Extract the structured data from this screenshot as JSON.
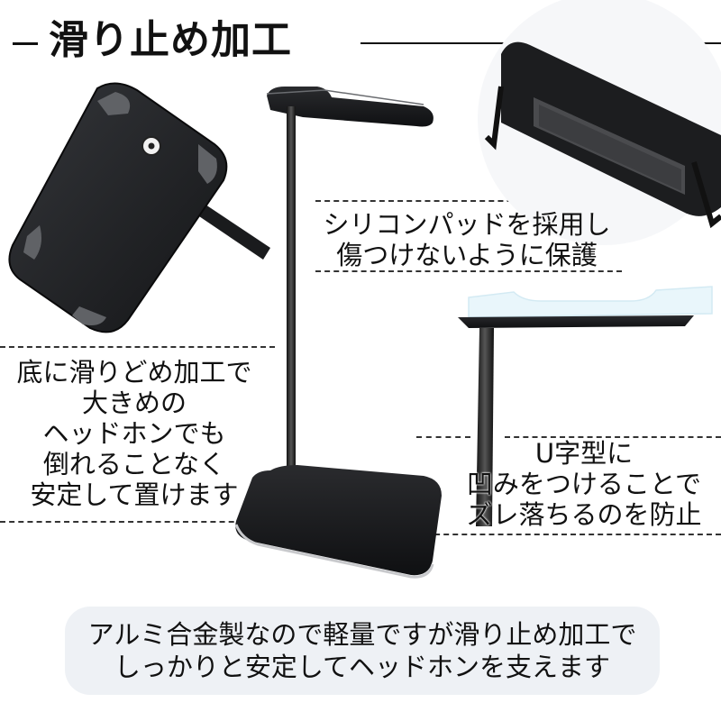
{
  "title": "滑り止め加工",
  "callouts": {
    "left": [
      "底に滑りどめ加工で",
      "大きめの",
      "ヘッドホンでも",
      "倒れることなく",
      "安定して置けます"
    ],
    "silicone": [
      "シリコンパッドを採用し",
      "傷つけないように保護"
    ],
    "u_shape": [
      "U字型に",
      "凹みをつけることで",
      "ズレ落ちるのを防止"
    ]
  },
  "bottom_banner": [
    "アルミ合金製なので軽量ですが滑り止め加工で",
    "しっかりと安定してヘッドホンを支えます"
  ],
  "colors": {
    "metal_dark": "#1e1f21",
    "metal_mid": "#3a3b3e",
    "banner_bg": "#eef1f5",
    "text": "#111111"
  }
}
